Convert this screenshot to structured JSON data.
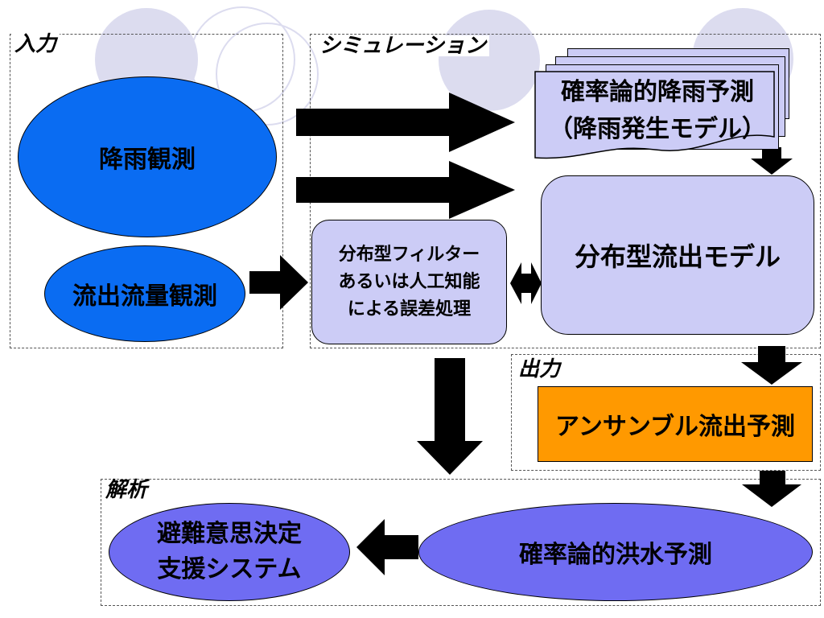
{
  "groups": {
    "input": "入力",
    "simulation": "シミュレーション",
    "output": "出力",
    "analysis": "解析"
  },
  "nodes": {
    "rainfall_observation": "降雨観測",
    "runoff_observation": "流出流量観測",
    "probabilistic_rainfall_forecast": "確率論的降雨予測\n（降雨発生モデル）",
    "error_processing": "分布型フィルター\nあるいは人工知能\nによる誤差処理",
    "distributed_runoff_model": "分布型流出モデル",
    "ensemble_runoff_forecast": "アンサンブル流出予測",
    "probabilistic_flood_forecast": "確率論的洪水予測",
    "evacuation_support_system": "避難意思決定\n支援システム"
  },
  "colors": {
    "observation_fill": "#0a6cf2",
    "analysis_fill": "#6f6cf2",
    "model_fill": "#ccccf6",
    "output_fill": "#ff9900",
    "decoration": "#dcdcef"
  }
}
